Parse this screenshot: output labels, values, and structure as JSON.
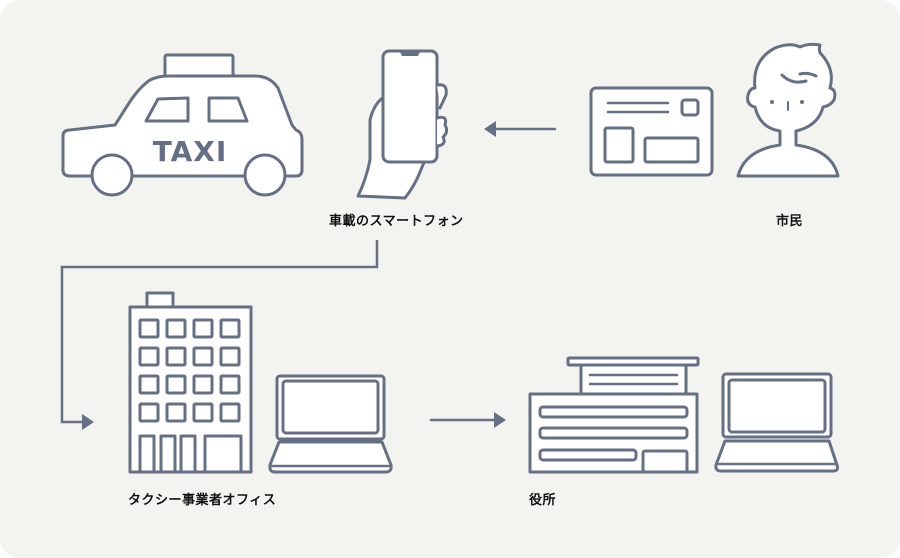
{
  "colors": {
    "background": "#f3f3ef",
    "stroke": "#667085",
    "fill": "#ffffff",
    "text": "#111111"
  },
  "nodes": {
    "taxi": {
      "badge_text": "TAXI"
    },
    "smartphone": {
      "label": "車載のスマートフォン"
    },
    "citizen": {
      "label": "市民"
    },
    "taxi_office": {
      "label": "タクシー事業者オフィス"
    },
    "city_hall": {
      "label": "役所"
    }
  },
  "edges": [
    {
      "from": "citizen",
      "to": "smartphone",
      "direction": "left"
    },
    {
      "from": "smartphone",
      "to": "taxi_office",
      "direction": "down-left"
    },
    {
      "from": "taxi_office",
      "to": "city_hall",
      "direction": "right"
    }
  ]
}
